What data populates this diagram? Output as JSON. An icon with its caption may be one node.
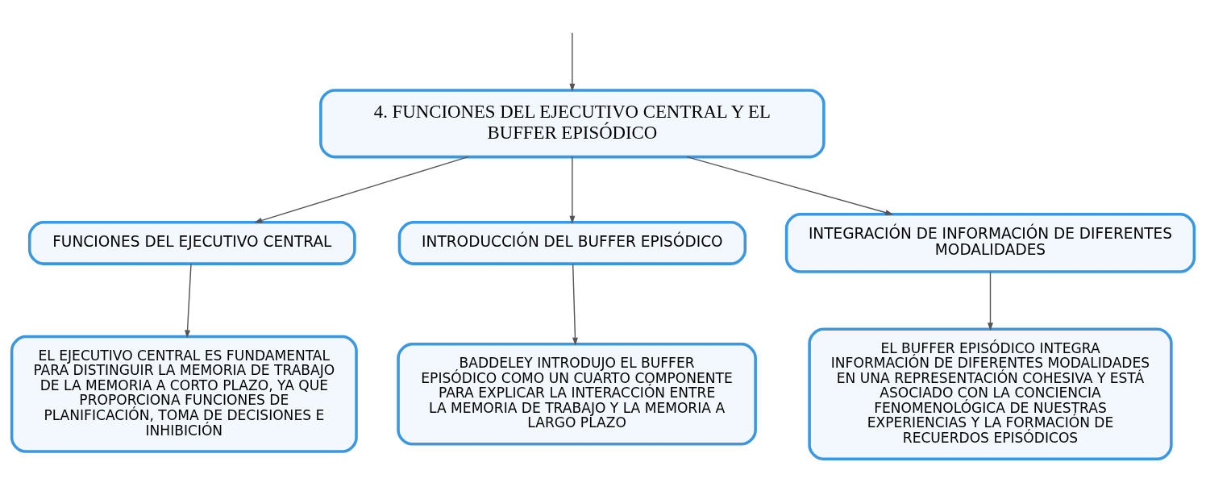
{
  "diagram": {
    "nodes": [
      {
        "text": [
          "4. FUNCIONES DEL EJECUTIVO CENTRAL Y EL BUFFER EPISÓDICO"
        ]
      },
      {
        "text": [
          "FUNCIONES DEL EJECUTIVO CENTRAL"
        ]
      },
      {
        "text": [
          "INTRODUCCIÓN DEL BUFFER EPISÓDICO"
        ]
      },
      {
        "text": [
          "INTEGRACIÓN DE INFORMACIÓN DE DIFERENTES MODALIDADES"
        ]
      },
      {
        "text": [
          "EL EJECUTIVO CENTRAL ES FUNDAMENTAL PARA DISTINGUIR LA MEMORIA DE TRABAJO DE LA MEMORIA A CORTO PLAZO, YA QUE PROPORCIONA FUNCIONES DE PLANIFICACIÓN, TOMA DE DECISIONES E INHIBICIÓN"
        ]
      },
      {
        "text": [
          "BADDELEY INTRODUJO EL BUFFER EPISÓDICO COMO UN CUARTO COMPONENTE PARA EXPLICAR LA INTERACCIÓN ENTRE LA MEMORIA DE TRABAJO Y LA MEMORIA A LARGO PLAZO"
        ]
      },
      {
        "text": [
          "EL BUFFER EPISÓDICO INTEGRA INFORMACIÓN DE DIFERENTES MODALIDADES EN UNA REPRESENTACIÓN COHESIVA Y ESTÁ ASOCIADO CON LA CONCIENCIA FENOMENOLÓGICA DE NUESTRAS EXPERIENCIAS Y LA FORMACIÓN DE RECUERDOS EPISÓDICOS"
        ]
      }
    ],
    "edges": [
      {
        "from": null,
        "to": 0,
        "arrow": "to"
      },
      {
        "from": 0,
        "to": 1,
        "arrow": "to"
      },
      {
        "from": 0,
        "to": 2,
        "arrow": "to"
      },
      {
        "from": 0,
        "to": 3,
        "arrow": "to"
      },
      {
        "from": 1,
        "to": 4,
        "arrow": "to"
      },
      {
        "from": 2,
        "to": 5,
        "arrow": "to"
      },
      {
        "from": 3,
        "to": 6,
        "arrow": "to"
      }
    ]
  }
}
